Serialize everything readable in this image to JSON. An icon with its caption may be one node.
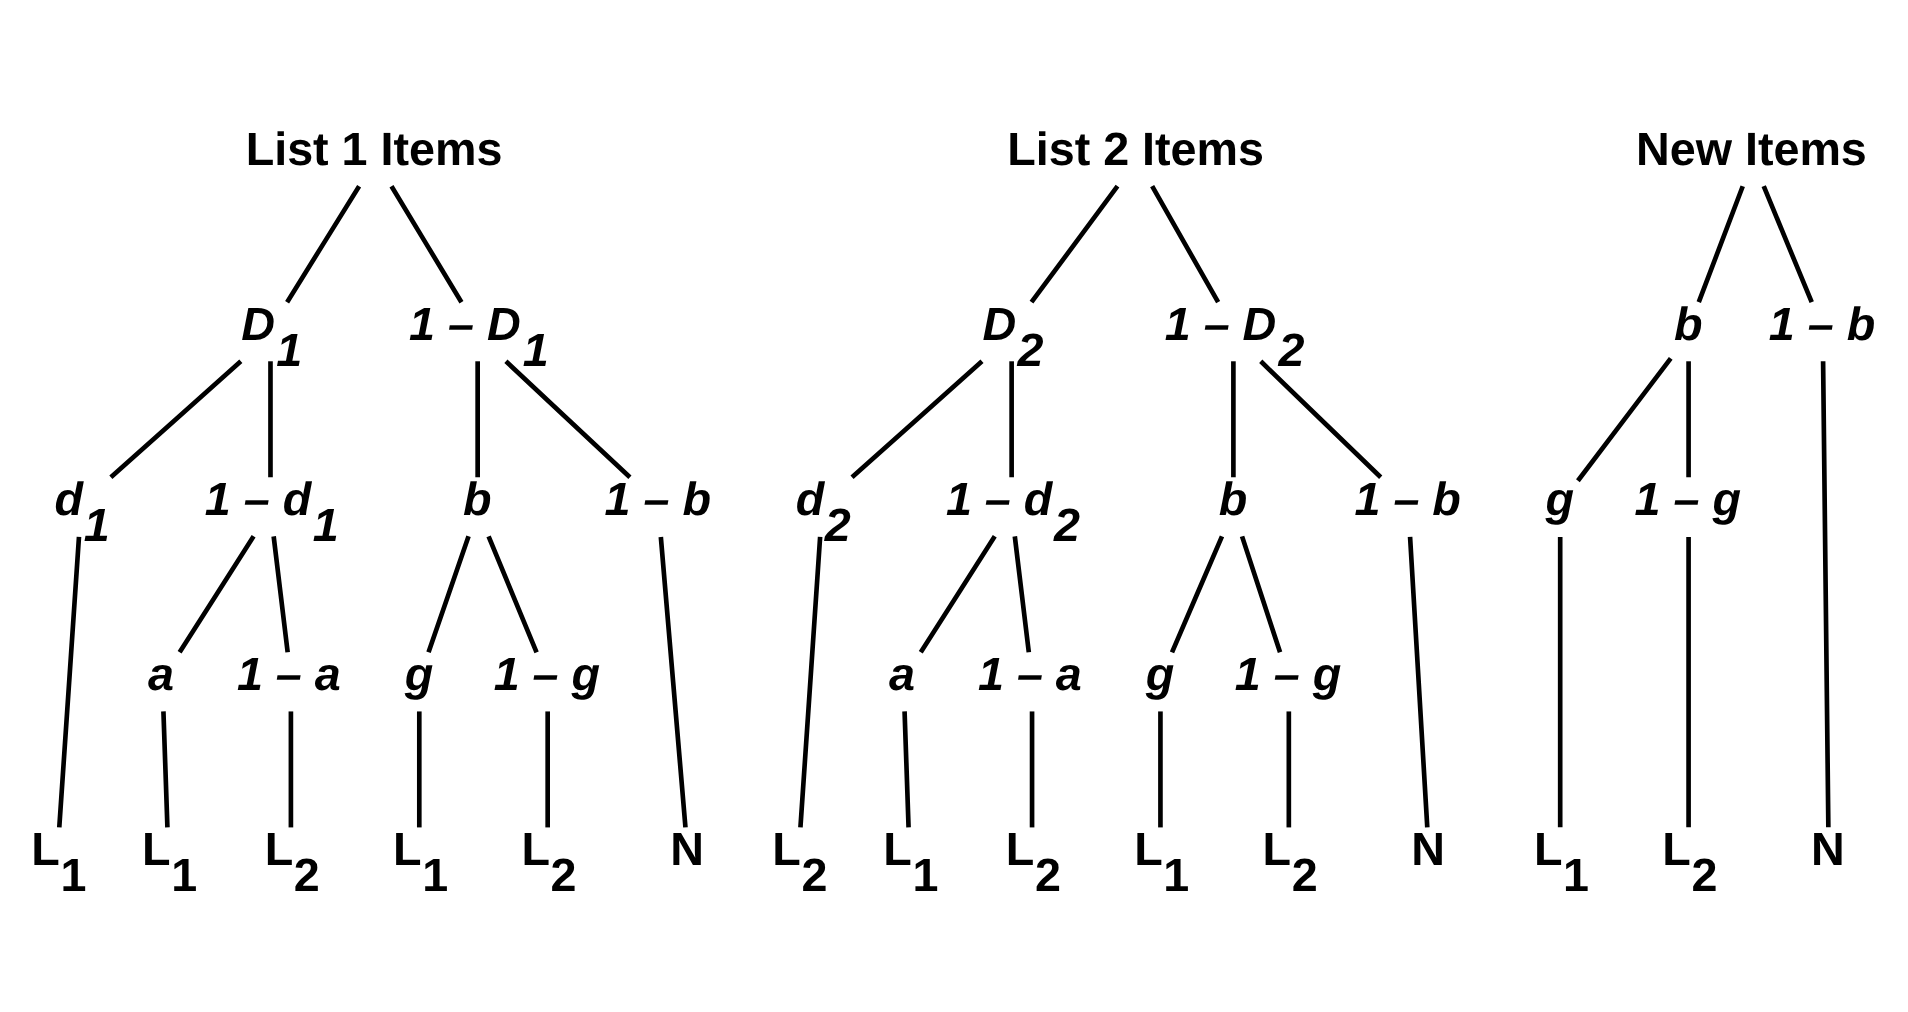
{
  "diagram": {
    "nodes": [
      {
        "text": [
          "List 1 Items"
        ]
      },
      {
        "text": [
          "D$_{1}$"
        ]
      },
      {
        "text": [
          "1 – D$_{1}$"
        ]
      },
      {
        "text": [
          "d$_{1}$"
        ]
      },
      {
        "text": [
          "1 – d$_{1}$"
        ]
      },
      {
        "text": [
          "b"
        ]
      },
      {
        "text": [
          "1 – b"
        ]
      },
      {
        "text": [
          "a"
        ]
      },
      {
        "text": [
          "1 – a"
        ]
      },
      {
        "text": [
          "g"
        ]
      },
      {
        "text": [
          "1 – g"
        ]
      },
      {
        "text": [
          "L$_{1}$"
        ]
      },
      {
        "text": [
          "L$_{1}$"
        ]
      },
      {
        "text": [
          "L$_{2}$"
        ]
      },
      {
        "text": [
          "L$_{1}$"
        ]
      },
      {
        "text": [
          "L$_{2}$"
        ]
      },
      {
        "text": [
          "N"
        ]
      },
      {
        "text": [
          "List 2 Items"
        ]
      },
      {
        "text": [
          "D$_{2}$"
        ]
      },
      {
        "text": [
          "1 – D$_{2}$"
        ]
      },
      {
        "text": [
          "d$_{2}$"
        ]
      },
      {
        "text": [
          "1 – d$_{2}$"
        ]
      },
      {
        "text": [
          "b"
        ]
      },
      {
        "text": [
          "1 – b"
        ]
      },
      {
        "text": [
          "a"
        ]
      },
      {
        "text": [
          "1 – a"
        ]
      },
      {
        "text": [
          "g"
        ]
      },
      {
        "text": [
          "1 – g"
        ]
      },
      {
        "text": [
          "L$_{2}$"
        ]
      },
      {
        "text": [
          "L$_{1}$"
        ]
      },
      {
        "text": [
          "L$_{2}$"
        ]
      },
      {
        "text": [
          "L$_{1}$"
        ]
      },
      {
        "text": [
          "L$_{2}$"
        ]
      },
      {
        "text": [
          "N"
        ]
      },
      {
        "text": [
          "New Items"
        ]
      },
      {
        "text": [
          "b"
        ]
      },
      {
        "text": [
          "1 – b"
        ]
      },
      {
        "text": [
          "g"
        ]
      },
      {
        "text": [
          "1 – g"
        ]
      },
      {
        "text": [
          "L$_{1}$"
        ]
      },
      {
        "text": [
          "L$_{2}$"
        ]
      },
      {
        "text": [
          "N"
        ]
      }
    ],
    "edges": [
      {
        "from": 0,
        "to": 1,
        "arrow": "none"
      },
      {
        "from": 0,
        "to": 2,
        "arrow": "none"
      },
      {
        "from": 1,
        "to": 3,
        "arrow": "none"
      },
      {
        "from": 1,
        "to": 4,
        "arrow": "none"
      },
      {
        "from": 2,
        "to": 5,
        "arrow": "none"
      },
      {
        "from": 2,
        "to": 6,
        "arrow": "none"
      },
      {
        "from": 3,
        "to": 11,
        "arrow": "none"
      },
      {
        "from": 4,
        "to": 7,
        "arrow": "none"
      },
      {
        "from": 4,
        "to": 8,
        "arrow": "none"
      },
      {
        "from": 7,
        "to": 12,
        "arrow": "none"
      },
      {
        "from": 8,
        "to": 13,
        "arrow": "none"
      },
      {
        "from": 5,
        "to": 9,
        "arrow": "none"
      },
      {
        "from": 5,
        "to": 10,
        "arrow": "none"
      },
      {
        "from": 9,
        "to": 14,
        "arrow": "none"
      },
      {
        "from": 10,
        "to": 15,
        "arrow": "none"
      },
      {
        "from": 6,
        "to": 16,
        "arrow": "none"
      },
      {
        "from": 17,
        "to": 18,
        "arrow": "none"
      },
      {
        "from": 17,
        "to": 19,
        "arrow": "none"
      },
      {
        "from": 18,
        "to": 20,
        "arrow": "none"
      },
      {
        "from": 18,
        "to": 21,
        "arrow": "none"
      },
      {
        "from": 19,
        "to": 22,
        "arrow": "none"
      },
      {
        "from": 19,
        "to": 23,
        "arrow": "none"
      },
      {
        "from": 20,
        "to": 28,
        "arrow": "none"
      },
      {
        "from": 21,
        "to": 24,
        "arrow": "none"
      },
      {
        "from": 21,
        "to": 25,
        "arrow": "none"
      },
      {
        "from": 24,
        "to": 29,
        "arrow": "none"
      },
      {
        "from": 25,
        "to": 30,
        "arrow": "none"
      },
      {
        "from": 22,
        "to": 26,
        "arrow": "none"
      },
      {
        "from": 22,
        "to": 27,
        "arrow": "none"
      },
      {
        "from": 26,
        "to": 31,
        "arrow": "none"
      },
      {
        "from": 27,
        "to": 32,
        "arrow": "none"
      },
      {
        "from": 23,
        "to": 33,
        "arrow": "none"
      },
      {
        "from": 34,
        "to": 35,
        "arrow": "none"
      },
      {
        "from": 34,
        "to": 36,
        "arrow": "none"
      },
      {
        "from": 35,
        "to": 37,
        "arrow": "none"
      },
      {
        "from": 35,
        "to": 38,
        "arrow": "none"
      },
      {
        "from": 37,
        "to": 39,
        "arrow": "none"
      },
      {
        "from": 38,
        "to": 40,
        "arrow": "none"
      },
      {
        "from": 36,
        "to": 41,
        "arrow": "none"
      }
    ]
  }
}
